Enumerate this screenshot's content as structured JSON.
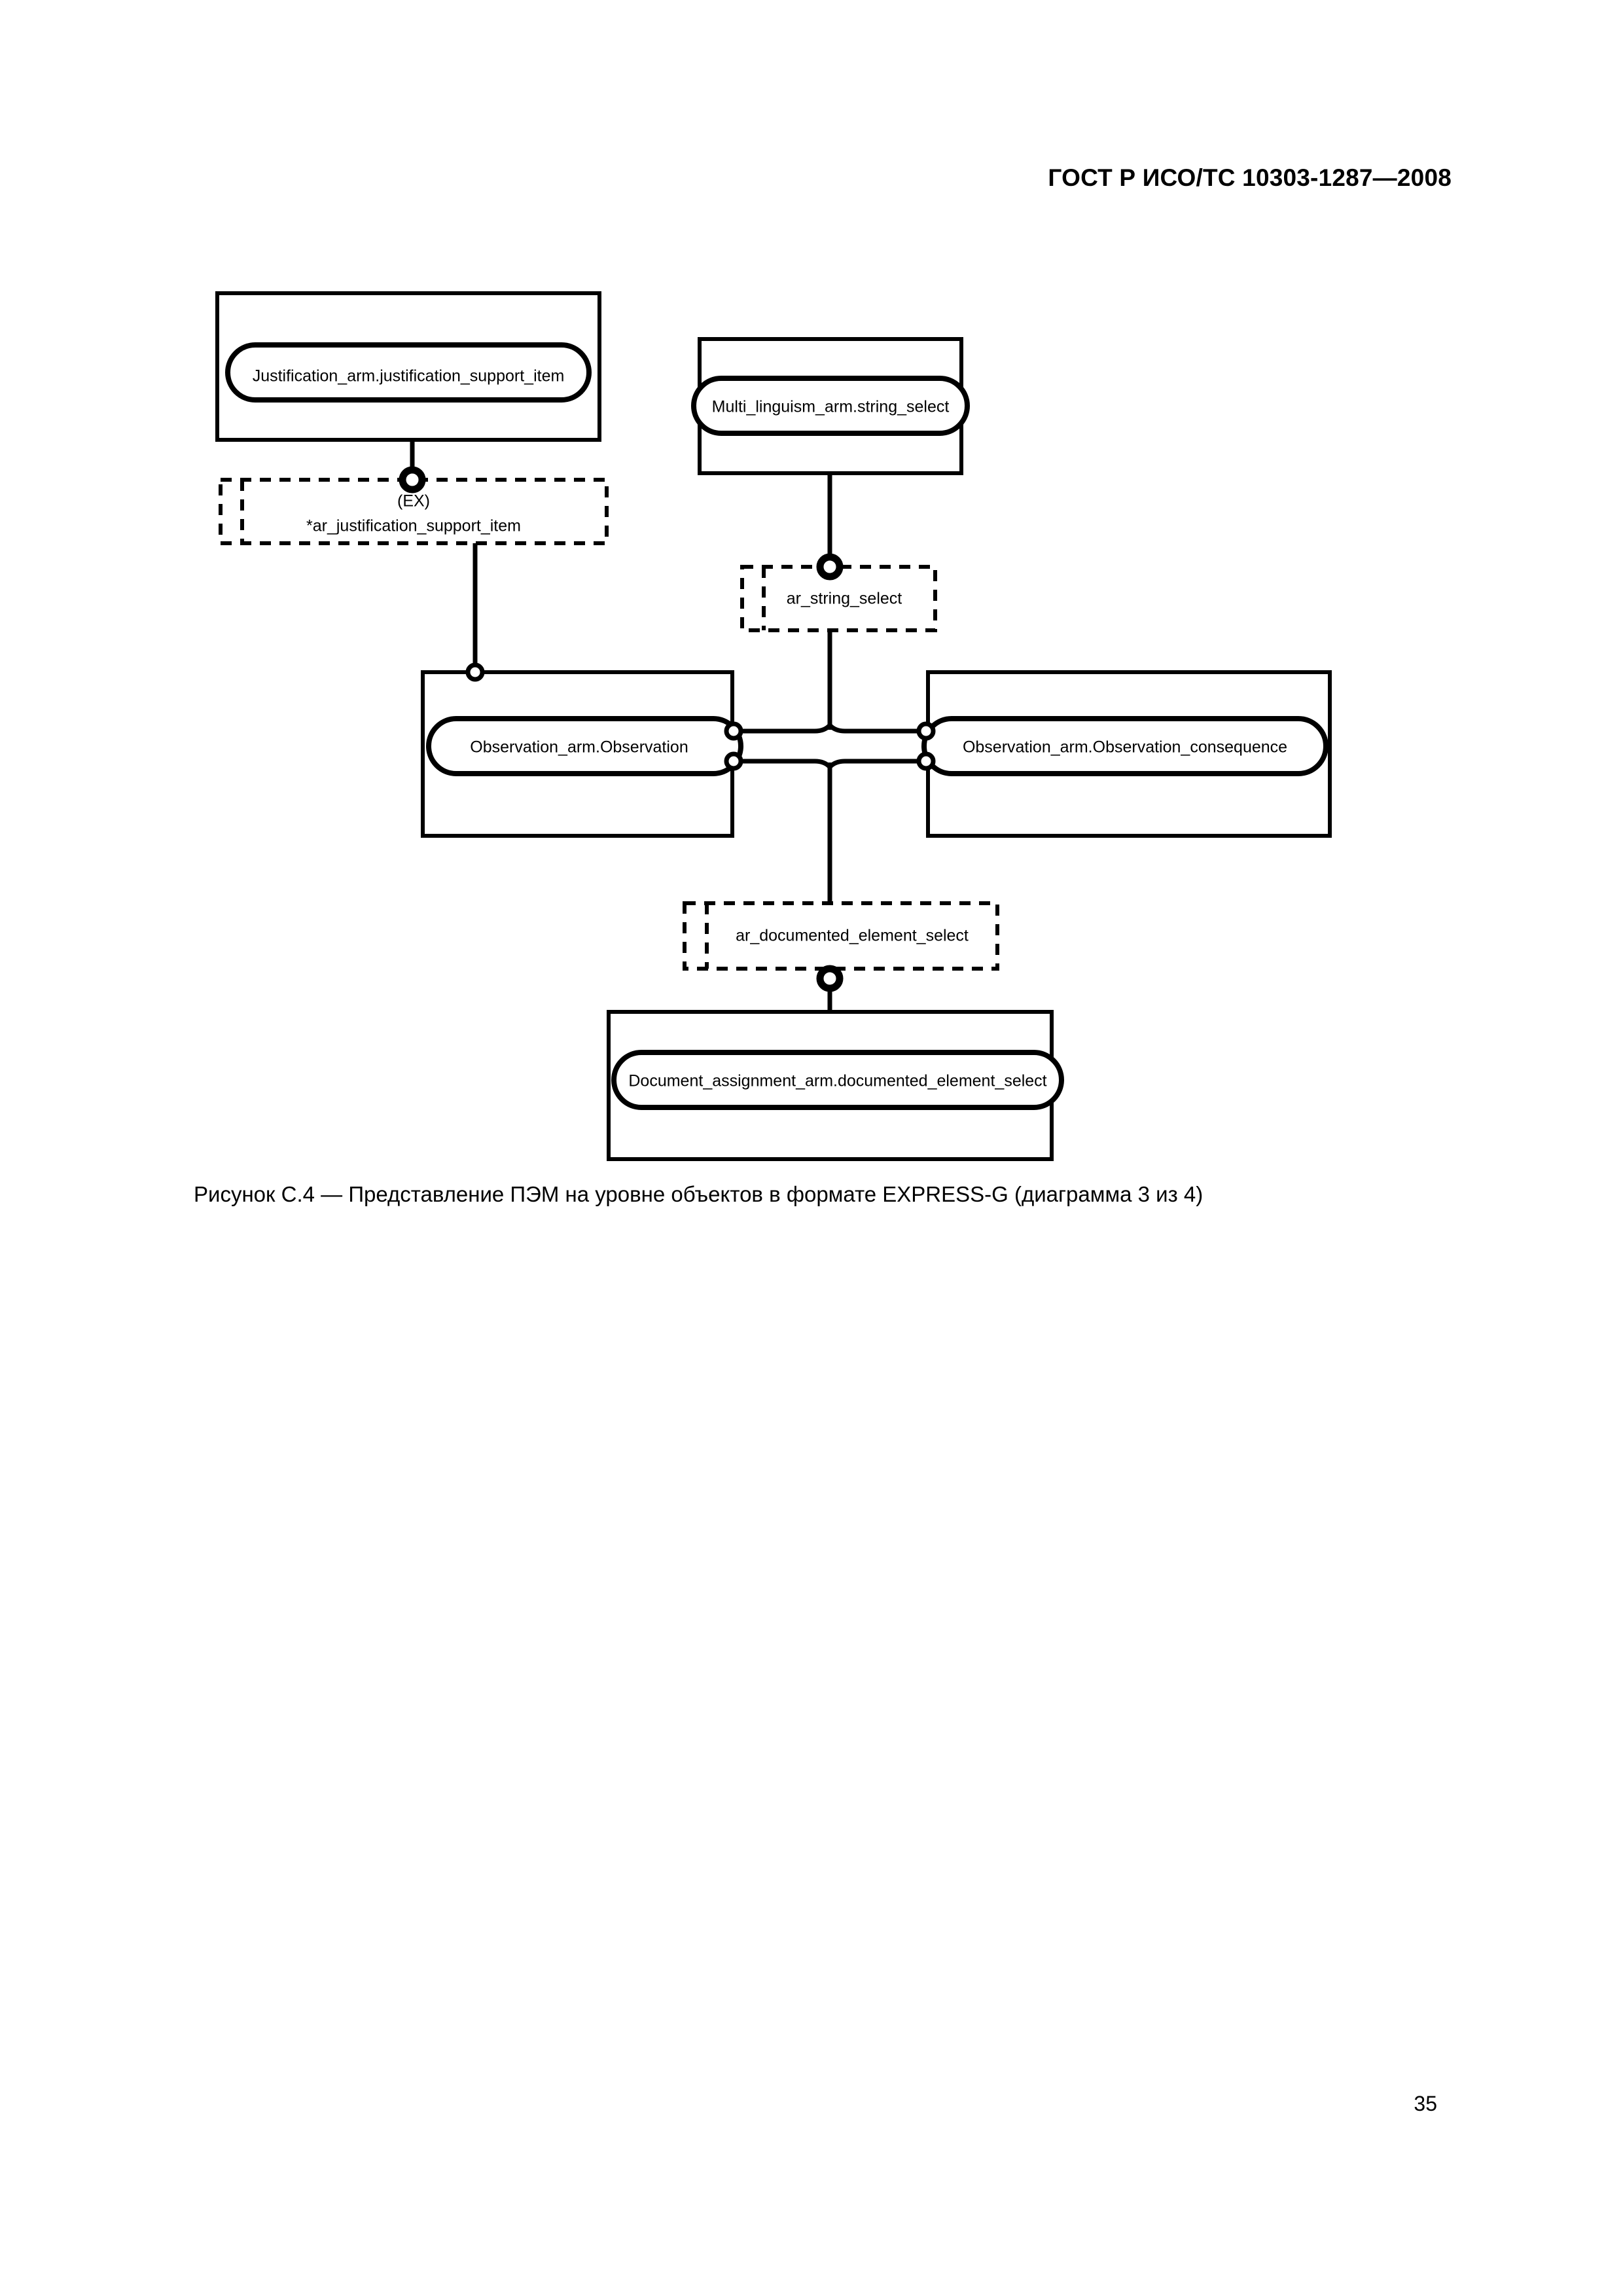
{
  "document": {
    "header": "ГОСТ Р ИСО/ТС 10303-1287—2008",
    "page_number": "35",
    "caption": "Рисунок C.4 — Представление ПЭМ на уровне объектов в формате EXPRESS-G (диаграмма 3 из 4)"
  },
  "diagram": {
    "type": "EXPRESS-G",
    "entities": [
      {
        "id": "justification_support_item",
        "label": "Justification_arm.justification_support_item",
        "style": "solid"
      },
      {
        "id": "multi_linguism_string_select",
        "label": "Multi_linguism_arm.string_select",
        "style": "solid"
      },
      {
        "id": "observation",
        "label": "Observation_arm.Observation",
        "style": "solid"
      },
      {
        "id": "observation_consequence",
        "label": "Observation_arm.Observation_consequence",
        "style": "solid"
      },
      {
        "id": "documented_element_select",
        "label": "Document_assignment_arm.documented_element_select",
        "style": "solid"
      }
    ],
    "references": [
      {
        "id": "ar_justification_support_item",
        "prefix": "(EX)",
        "label": "*ar_justification_support_item",
        "style": "dashed"
      },
      {
        "id": "ar_string_select",
        "prefix": "",
        "label": "ar_string_select",
        "style": "dashed"
      },
      {
        "id": "ar_documented_element_select",
        "prefix": "",
        "label": "ar_documented_element_select",
        "style": "dashed"
      }
    ],
    "connections": [
      {
        "from": "justification_support_item",
        "to": "ar_justification_support_item"
      },
      {
        "from": "ar_justification_support_item",
        "to": "observation"
      },
      {
        "from": "multi_linguism_string_select",
        "to": "ar_string_select"
      },
      {
        "from": "ar_string_select",
        "to": "observation"
      },
      {
        "from": "observation",
        "to": "observation_consequence"
      },
      {
        "from": "observation",
        "to": "ar_documented_element_select"
      },
      {
        "from": "ar_documented_element_select",
        "to": "documented_element_select"
      }
    ],
    "colors": {
      "stroke": "#000000",
      "background": "#ffffff"
    }
  }
}
